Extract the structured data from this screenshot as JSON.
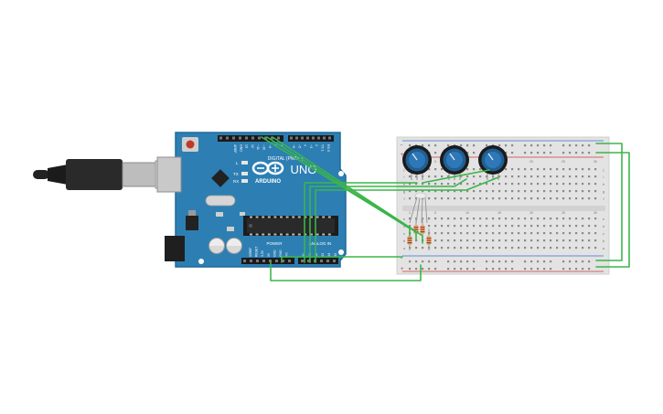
{
  "arduino": {
    "brand_label": "ARDUINO",
    "model_label": "UNO",
    "header_digital_label": "DIGITAL (PWM~)",
    "header_power_label": "POWER",
    "header_analog_label": "ANALOG IN",
    "led_labels": [
      "L",
      "TX",
      "RX"
    ],
    "digital_pin_labels": [
      "AREF",
      "GND",
      "13",
      "12",
      "~11",
      "~10",
      "~9",
      "8",
      "7",
      "~6",
      "~5",
      "4",
      "~3",
      "2",
      "TX 1",
      "RX 0"
    ],
    "power_pin_labels": [
      "IOREF",
      "RESET",
      "3.3V",
      "5V",
      "GND",
      "GND",
      "Vin"
    ],
    "analog_pin_labels": [
      "A0",
      "A1",
      "A2",
      "A3",
      "A4",
      "A5"
    ]
  },
  "breadboard": {
    "column_numbers": [
      "1",
      "5",
      "10",
      "15",
      "20",
      "25",
      "30"
    ],
    "row_letters_top": [
      "j",
      "i",
      "h",
      "g",
      "f"
    ],
    "row_letters_bottom": [
      "e",
      "d",
      "c",
      "b",
      "a"
    ],
    "rail_plus": "+",
    "rail_minus": "-"
  },
  "colors": {
    "board": "#2d7fb3",
    "wire": "#3bb54a",
    "breadboard": "#e3e3e3",
    "knob": "#1f5f93",
    "resistor": "#d9b37a"
  }
}
